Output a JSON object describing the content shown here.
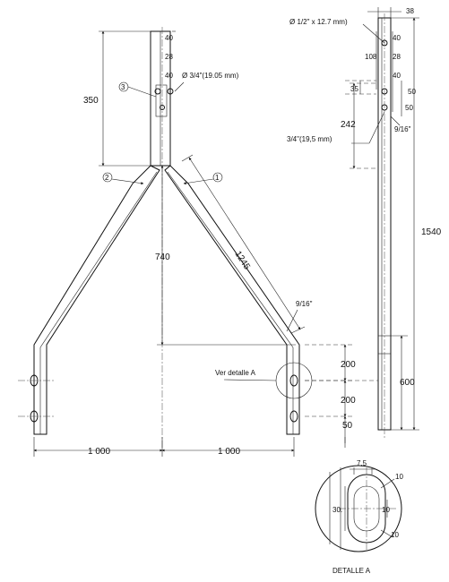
{
  "front_view": {
    "dims": {
      "d40_top": "40",
      "d28": "28",
      "d40_b": "40",
      "hole_label": "Ø 3/4\"(19.05 mm)",
      "d350": "350",
      "d740": "740",
      "d1245": "1245",
      "slot_label": "9/16\"",
      "d200_a": "200",
      "d200_b": "200",
      "d50": "50",
      "d1000_left": "1 000",
      "d1000_right": "1 000"
    },
    "balloons": [
      "3",
      "2",
      "1"
    ],
    "detail_callout": "Ver detalle A"
  },
  "side_view": {
    "dims": {
      "hole_label": "Ø 1/2\" x 12.7 mm)",
      "d38": "38",
      "d40_a": "40",
      "d108": "108",
      "d28": "28",
      "d40_b": "40",
      "d35": "35",
      "d50_a": "50",
      "d50_b": "50",
      "d242": "242",
      "slot_label": "9/16\"",
      "hole2_label": "3/4\"(19,5 mm)",
      "d1540": "1540",
      "d600": "600"
    }
  },
  "detail_a": {
    "title": "DETALLE A",
    "dims": {
      "d7_5": "7,5",
      "d10_a": "10",
      "d30": "30.",
      "d10_b": "10",
      "d10_c": "10"
    }
  }
}
